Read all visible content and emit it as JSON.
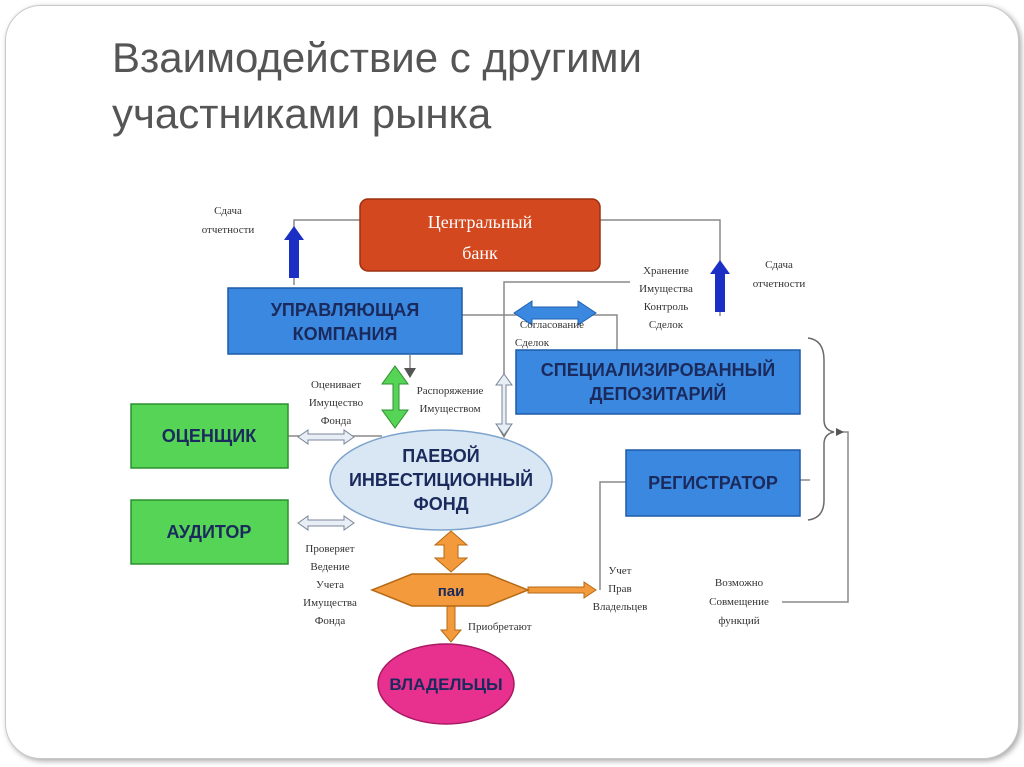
{
  "title": {
    "line1": "Взаимодействие с другими",
    "line2": "участниками рынка"
  },
  "nodes": {
    "central_bank": [
      "Центральный",
      "банк"
    ],
    "management_company": [
      "УПРАВЛЯЮЩАЯ",
      "КОМПАНИЯ"
    ],
    "depository": [
      "СПЕЦИАЛИЗИРОВАННЫЙ",
      "ДЕПОЗИТАРИЙ"
    ],
    "appraiser": "ОЦЕНЩИК",
    "auditor": "АУДИТОР",
    "fund": [
      "ПАЕВОЙ",
      "ИНВЕСТИЦИОННЫЙ",
      "ФОНД"
    ],
    "registrar": "РЕГИСТРАТОР",
    "shares": "паи",
    "owners": "ВЛАДЕЛЬЦЫ"
  },
  "notes": {
    "reporting_left": [
      "Сдача",
      "отчетности"
    ],
    "reporting_right": [
      "Сдача",
      "отчетности"
    ],
    "storage_control": [
      "Хранение",
      "Имущества",
      "Контроль",
      "Сделок"
    ],
    "approval": [
      "Согласование",
      "Сделок"
    ],
    "evaluates": [
      "Оценивает",
      "Имущество",
      "Фонда"
    ],
    "disposal": [
      "Распоряжение",
      "Имуществом"
    ],
    "checks": [
      "Проверяет",
      "Ведение",
      "Учета",
      "Имущества",
      "Фонда"
    ],
    "acquire": "Приобретают",
    "rights_accounting": [
      "Учет",
      "Прав",
      "Владельцев"
    ],
    "combination": [
      "Возможно",
      "Совмещение",
      "функций"
    ]
  },
  "colors": {
    "blue_box": "#3b88e0",
    "green_box": "#55d455",
    "central_bank": "#d3481e",
    "fund_ellipse": "#d9e7f5",
    "orange": "#f29a3c",
    "owners": "#e8318e",
    "arrow_blue": "#1c2fc4"
  }
}
